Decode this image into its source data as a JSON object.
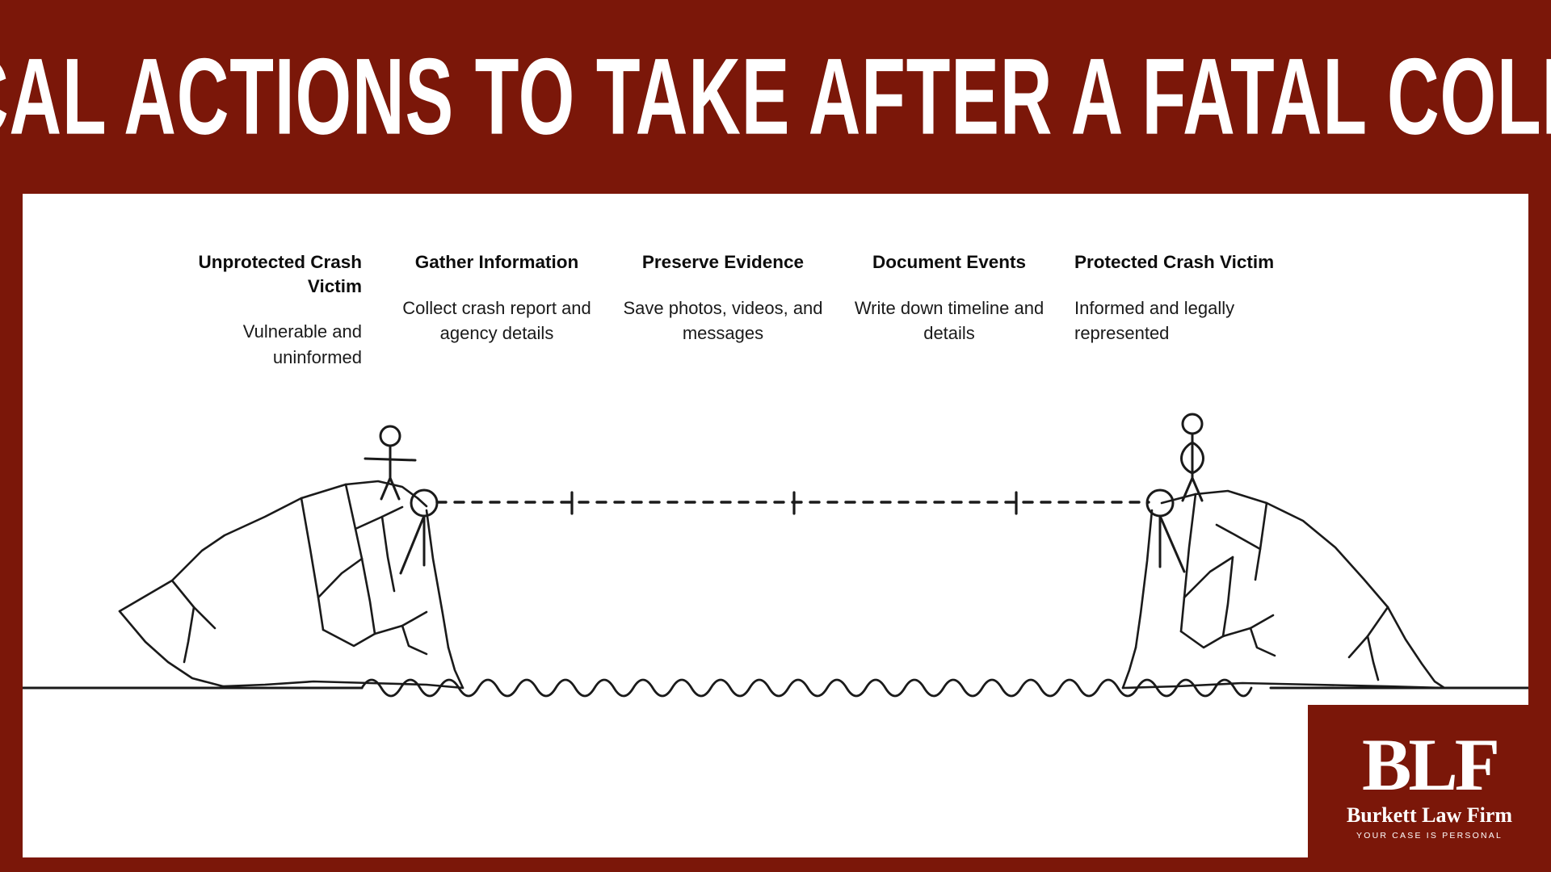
{
  "header": {
    "title": "Critical Actions to Take After a Fatal Collision",
    "background_color": "#7B1709",
    "text_color": "#FFFFFF"
  },
  "canvas": {
    "background_color": "#FFFFFF"
  },
  "columns": [
    {
      "id": "unprotected-crash-victim",
      "title": "Unprotected Crash Victim",
      "description": "Vulnerable and uninformed",
      "align": "right"
    },
    {
      "id": "gather-information",
      "title": "Gather Information",
      "description": "Collect crash report and agency details",
      "align": "center"
    },
    {
      "id": "preserve-evidence",
      "title": "Preserve Evidence",
      "description": "Save photos, videos, and messages",
      "align": "center"
    },
    {
      "id": "document-events",
      "title": "Document Events",
      "description": "Write down timeline and details",
      "align": "center"
    },
    {
      "id": "protected-crash-victim",
      "title": "Protected Crash Victim",
      "description": "Informed and legally represented",
      "align": "left"
    }
  ],
  "illustration": {
    "type": "tightrope-between-cliffs",
    "left_figure": "stick-figure-arms-out",
    "right_figure": "stick-figure-hands-on-hips",
    "rope_style": "dashed",
    "rope_tick_count": 3,
    "anchor_shape": "circle-pulley",
    "line_color": "#1A1A1A",
    "water_label": "wavy-water-line",
    "ground_label": "ground-line"
  },
  "logo": {
    "monogram": "BLF",
    "firm_name": "Burkett Law Firm",
    "tagline": "YOUR CASE IS PERSONAL",
    "background_color": "#7B1709",
    "text_color": "#FFFFFF"
  }
}
